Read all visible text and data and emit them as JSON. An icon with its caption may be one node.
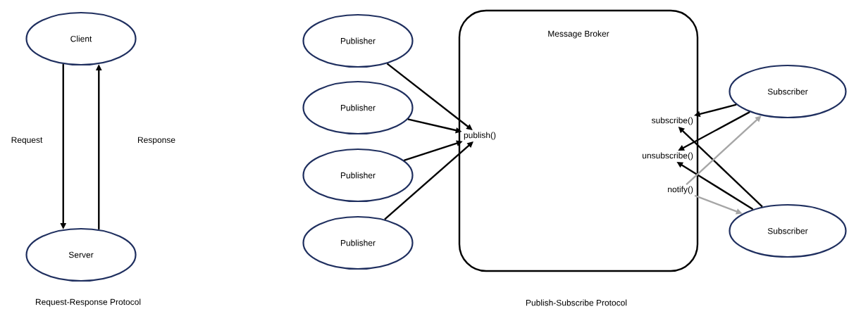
{
  "diagram": {
    "nodes": [
      {
        "text": [
          "Client"
        ]
      },
      {
        "text": [
          "Server"
        ]
      },
      {
        "text": [
          "Publisher"
        ]
      },
      {
        "text": [
          "Publisher"
        ]
      },
      {
        "text": [
          "Publisher"
        ]
      },
      {
        "text": [
          "Publisher"
        ]
      },
      {
        "text": [
          "Message Broker"
        ]
      },
      {
        "text": [
          "publish()"
        ],
        "in": 6
      },
      {
        "text": [
          "subscribe()"
        ],
        "in": 6
      },
      {
        "text": [
          "unsubscribe()"
        ],
        "in": 6
      },
      {
        "text": [
          "notify()"
        ],
        "in": 6
      },
      {
        "text": [
          "Subscriber"
        ]
      },
      {
        "text": [
          "Subscriber"
        ]
      }
    ],
    "edges": [
      {
        "from": 0,
        "to": 1,
        "arrow": "to",
        "label": "Request"
      },
      {
        "from": 1,
        "to": 0,
        "arrow": "to",
        "label": "Response"
      },
      {
        "from": 2,
        "to": 7,
        "arrow": "to"
      },
      {
        "from": 3,
        "to": 7,
        "arrow": "to"
      },
      {
        "from": 4,
        "to": 7,
        "arrow": "to"
      },
      {
        "from": 5,
        "to": 7,
        "arrow": "to"
      },
      {
        "from": 11,
        "to": 8,
        "arrow": "to"
      },
      {
        "from": 11,
        "to": 9,
        "arrow": "to"
      },
      {
        "from": 12,
        "to": 8,
        "arrow": "to"
      },
      {
        "from": 12,
        "to": 9,
        "arrow": "to"
      },
      {
        "from": 10,
        "to": 11,
        "arrow": "to",
        "color": "#a6a6a6"
      },
      {
        "from": 10,
        "to": 12,
        "arrow": "to",
        "color": "#a6a6a6"
      }
    ],
    "labels": [
      "Request-Response Protocol",
      "Publish-Subscribe Protocol"
    ]
  }
}
